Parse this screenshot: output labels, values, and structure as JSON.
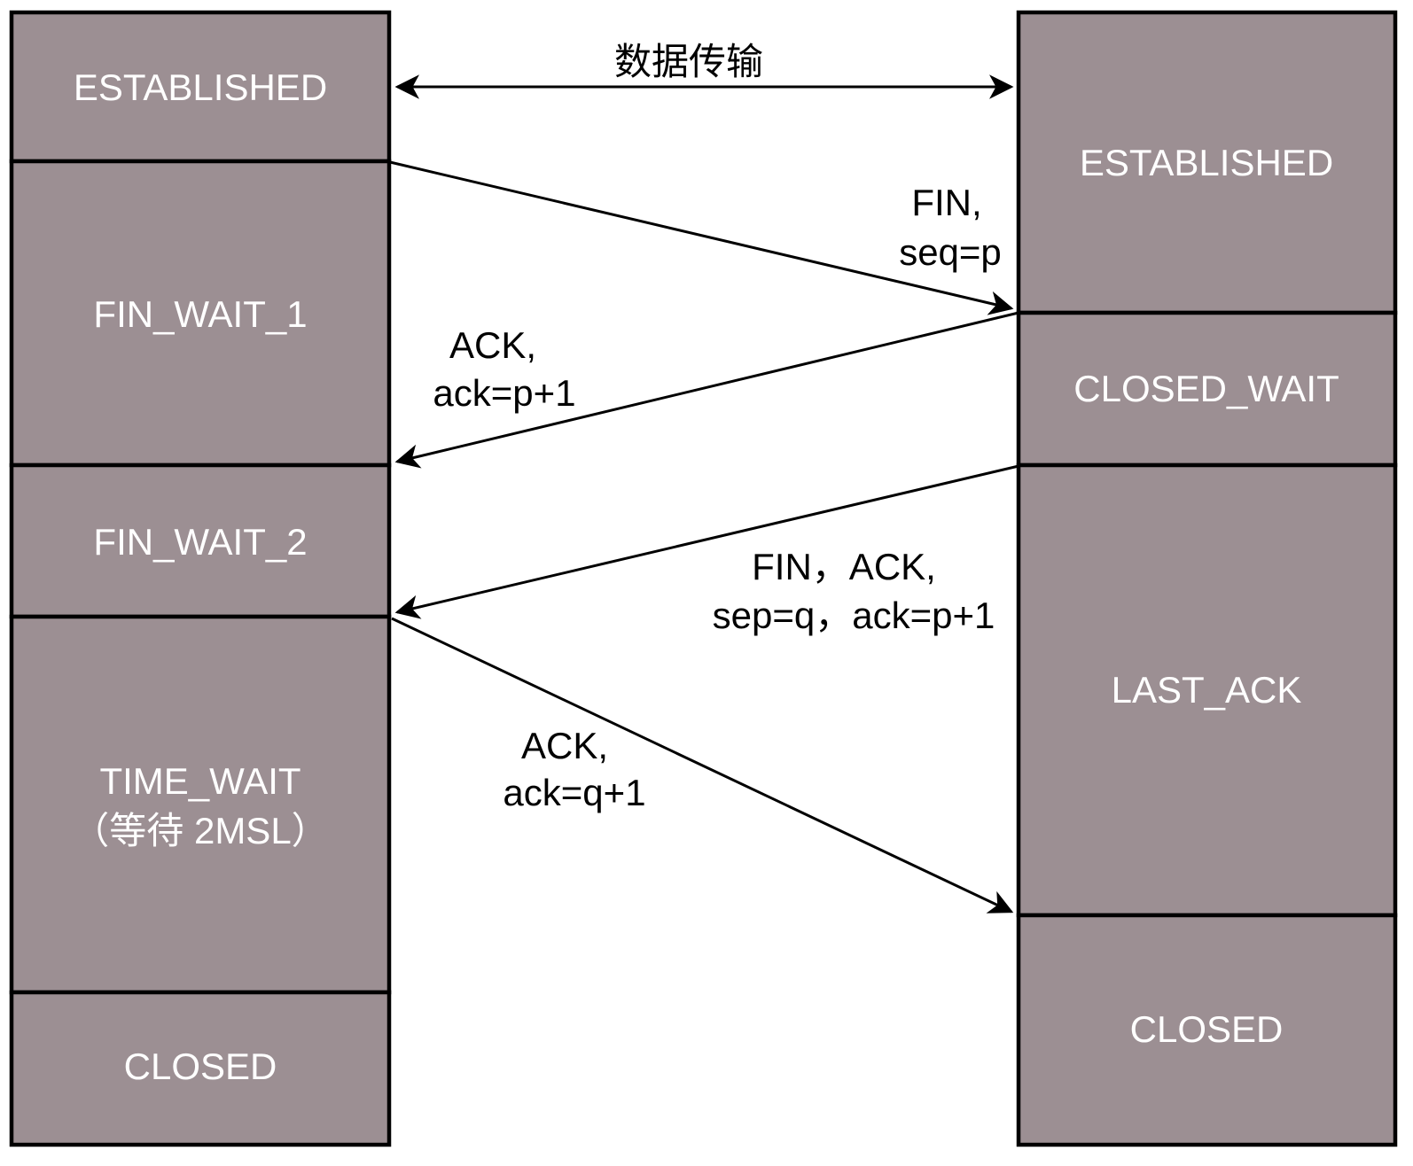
{
  "colors": {
    "background": "#FFFFFF",
    "box_fill": "#9C8F93",
    "box_border": "#000000",
    "box_text": "#FFFFFF",
    "arrow": "#000000",
    "arrow_label_text": "#000000"
  },
  "left_column": {
    "states": [
      {
        "label": "ESTABLISHED"
      },
      {
        "label": "FIN_WAIT_1"
      },
      {
        "label": "FIN_WAIT_2"
      },
      {
        "label": "TIME_WAIT",
        "label2": "（等待 2MSL）"
      },
      {
        "label": "CLOSED"
      }
    ]
  },
  "right_column": {
    "states": [
      {
        "label": "ESTABLISHED"
      },
      {
        "label": "CLOSED_WAIT"
      },
      {
        "label": "LAST_ACK"
      },
      {
        "label": "CLOSED"
      }
    ]
  },
  "messages": [
    {
      "label": "数据传输",
      "direction": "bidirectional"
    },
    {
      "line1": "FIN,",
      "line2": "seq=p",
      "direction": "left-to-right"
    },
    {
      "line1": "ACK,",
      "line2": "ack=p+1",
      "direction": "right-to-left"
    },
    {
      "line1": "FIN，ACK,",
      "line2": "sep=q，ack=p+1",
      "direction": "right-to-left"
    },
    {
      "line1": "ACK,",
      "line2": "ack=q+1",
      "direction": "left-to-right"
    }
  ]
}
